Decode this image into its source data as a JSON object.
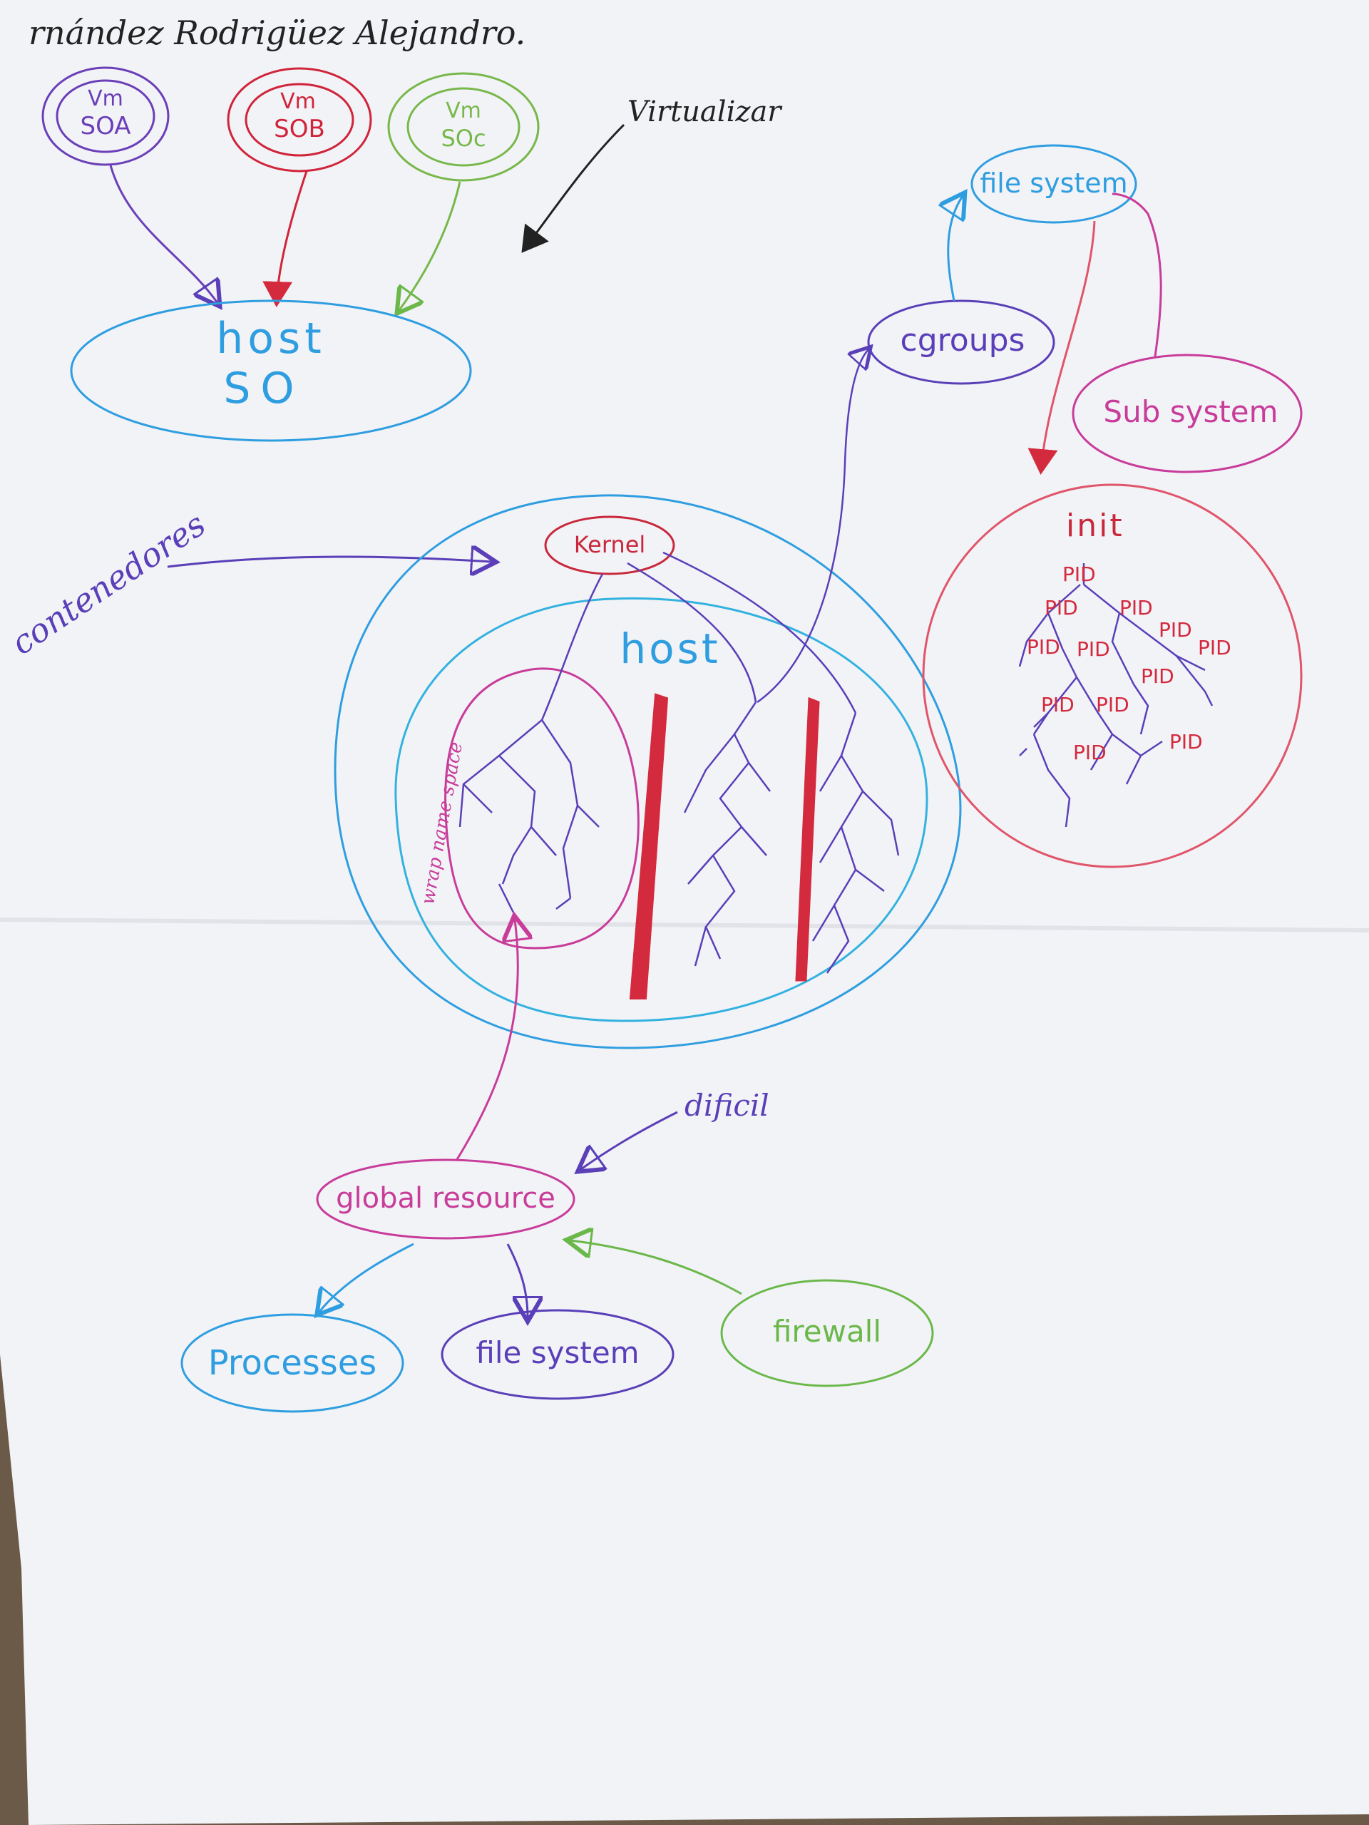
{
  "author": "rnández Rodrigüez Alejandro.",
  "vms": [
    {
      "line1": "Vm",
      "line2": "SOA",
      "color": "#6a3fb8"
    },
    {
      "line1": "Vm",
      "line2": "SOB",
      "color": "#d0243a"
    },
    {
      "line1": "Vm",
      "line2": "SOc",
      "color": "#78b84a"
    }
  ],
  "virtualizer_label": "Virtualizar",
  "host_so": {
    "line1": "host",
    "line2": "SO"
  },
  "containers_label": "contenedores",
  "kernel_label": "Kernel",
  "host_label": "host",
  "namespace_label": "wrap name space",
  "cgroups_label": "cgroups",
  "file_system_top": "file system",
  "subsystem_label": "Sub system",
  "init_label": "init",
  "pid_label": "PID",
  "dificil_label": "dificil",
  "global_resource_label": "global resource",
  "processes_label": "Processes",
  "file_system_bottom": "file system",
  "firewall_label": "firewall",
  "colors": {
    "paper": "#f4f5f8",
    "blue": "#2f9ee0",
    "purple": "#5a3fb8",
    "red": "#d42a3e",
    "magenta": "#c83c9a",
    "green": "#6bb84a",
    "black": "#222222"
  }
}
